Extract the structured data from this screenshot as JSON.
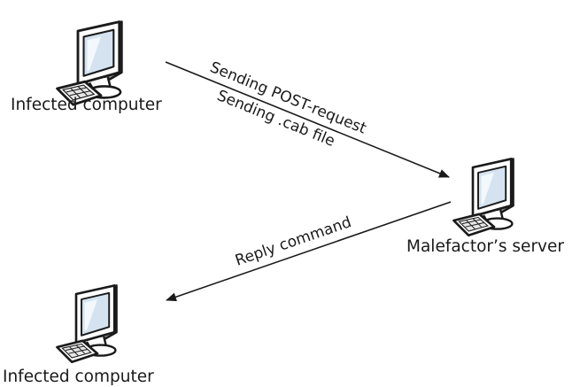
{
  "nodes": {
    "infected_top": {
      "label": "Infected computer",
      "icon": "computer-icon"
    },
    "server": {
      "label": "Malefactor’s server",
      "icon": "computer-icon"
    },
    "infected_bottom": {
      "label": "Infected computer",
      "icon": "computer-icon"
    }
  },
  "edges": {
    "outgoing": {
      "labels": [
        "Sending POST-request",
        "Sending .cab file"
      ]
    },
    "reply": {
      "labels": [
        "Reply command"
      ]
    }
  },
  "colors": {
    "stroke": "#1a1a1a",
    "screen": "#d4e3ef",
    "screen_highlight": "#f3f8fc",
    "body_fill": "#ffffff"
  }
}
